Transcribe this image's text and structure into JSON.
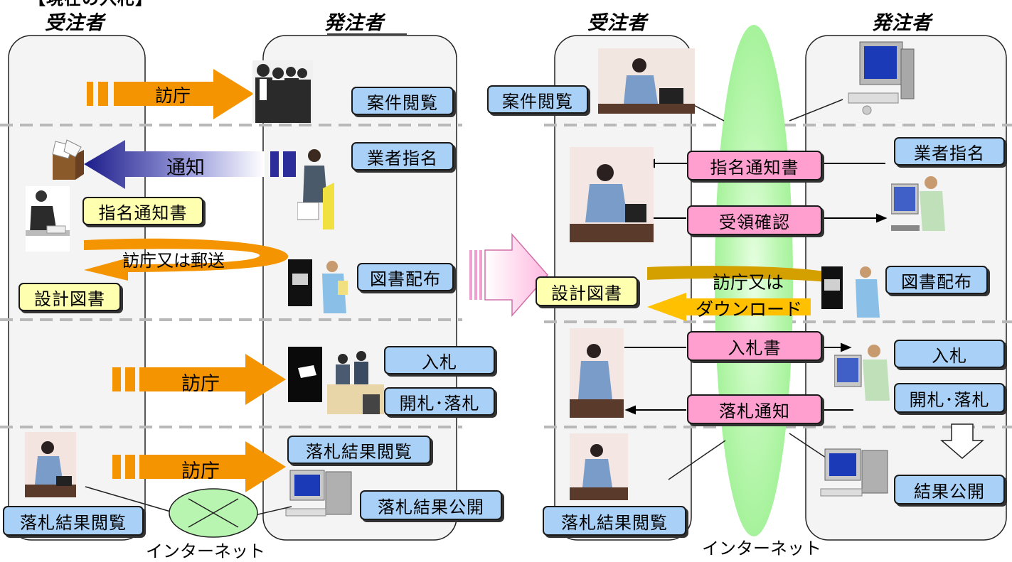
{
  "left": {
    "header_partial": "【現在の入札】",
    "col_contractor": "受注者",
    "col_client": "発注者",
    "visit_1": "訪庁",
    "notify": "通知",
    "visit_or_mail": "訪庁又は郵送",
    "visit_2": "訪庁",
    "visit_3": "訪庁",
    "internet": "インターネット",
    "boxes": {
      "case_view": "案件閲覧",
      "vendor_nomination": "業者指名",
      "nomination_notice": "指名通知書",
      "drawing_distribution": "図書配布",
      "design_drawings": "設計図書",
      "bid": "入札",
      "opening_award": "開札･落札",
      "award_result_view_client": "落札結果閲覧",
      "award_result_publish": "落札結果公開",
      "award_result_view_contractor": "落札結果閲覧"
    }
  },
  "right": {
    "col_contractor": "受注者",
    "col_client": "発注者",
    "visit_or_download_1": "訪庁又は",
    "visit_or_download_2": "ダウンロード",
    "internet": "インターネット",
    "boxes": {
      "case_view": "案件閲覧",
      "nomination_notice": "指名通知書",
      "vendor_nomination": "業者指名",
      "receipt_confirmation": "受領確認",
      "design_drawings": "設計図書",
      "drawing_distribution": "図書配布",
      "bid_form": "入札書",
      "bid": "入札",
      "award_notice": "落札通知",
      "opening_award": "開札･落札",
      "result_publish": "結果公開",
      "award_result_view": "落札結果閲覧"
    }
  },
  "colors": {
    "orange_arrow": "#f39400",
    "box_blue": "#a9d1f7",
    "box_yellow": "#ffffb0",
    "box_pink": "#ff9fd0",
    "internet_oval": "#b8f5b0",
    "transition_arrow": "#ffc8e8"
  }
}
